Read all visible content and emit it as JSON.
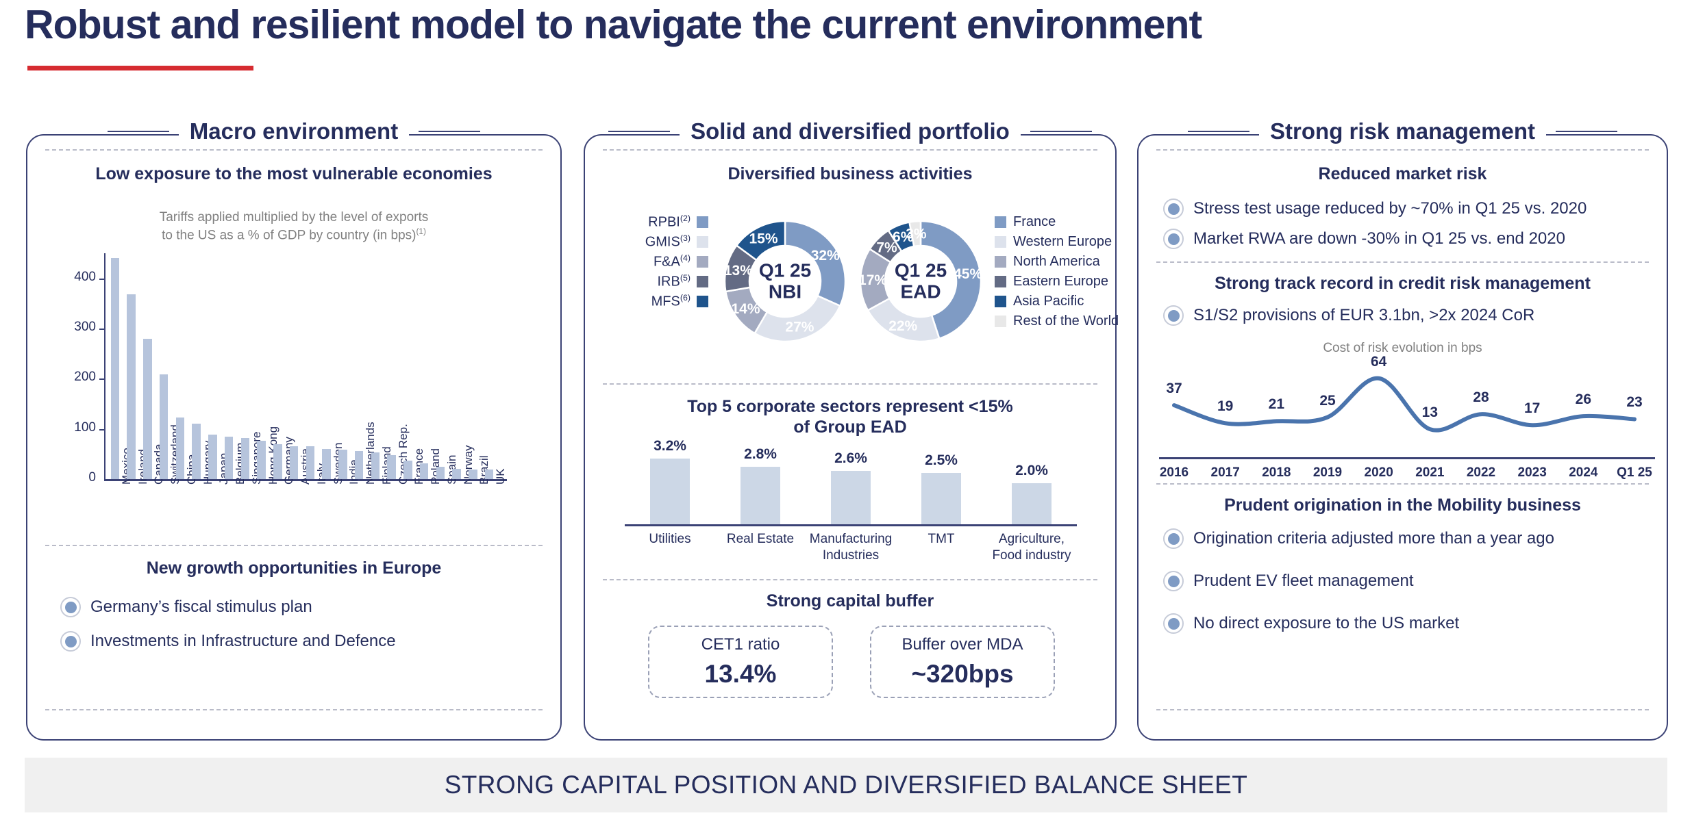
{
  "slide": {
    "title": "Robust and resilient model to navigate the current environment",
    "footer": "STRONG CAPITAL POSITION AND DIVERSIFIED BALANCE SHEET",
    "accent_red": "#d62b30",
    "accent_navy": "#252d5c"
  },
  "panels": {
    "macro": {
      "heading": "Macro environment",
      "section1_title": "Low exposure to the most vulnerable economies",
      "chart_caption_line1": "Tariffs applied multiplied by the level of exports",
      "chart_caption_line2": "to the US as a % of GDP by country (in bps)",
      "chart_caption_sup": "(1)",
      "section2_title": "New growth opportunities in Europe",
      "bullets": [
        "Germany’s fiscal stimulus plan",
        "Investments in Infrastructure and Defence"
      ]
    },
    "portfolio": {
      "heading": "Solid and diversified portfolio",
      "section1_title": "Diversified business activities",
      "section2_title_line1": "Top 5 corporate sectors represent <15%",
      "section2_title_line2": "of Group EAD",
      "section3_title": "Strong capital buffer",
      "kpis": [
        {
          "label": "CET1 ratio",
          "value": "13.4%"
        },
        {
          "label": "Buffer over MDA",
          "value": "~320bps"
        }
      ]
    },
    "risk": {
      "heading": "Strong risk management",
      "section1_title": "Reduced market risk",
      "section1_bullets": [
        "Stress test usage reduced by ~70% in Q1 25 vs. 2020",
        "Market RWA are down -30% in Q1 25 vs. end 2020"
      ],
      "section2_title": "Strong track record in credit risk management",
      "section2_bullets": [
        "S1/S2 provisions of EUR 3.1bn, >2x 2024 CoR"
      ],
      "section3_title": "Prudent origination in the Mobility business",
      "section3_bullets": [
        "Origination criteria adjusted more than a year ago",
        "Prudent EV fleet management",
        "No direct exposure to the US market"
      ]
    }
  },
  "chart_data": [
    {
      "type": "bar",
      "name": "tariff-exposure-by-country",
      "title": "Tariffs applied multiplied by the level of exports to the US as a % of GDP by country (in bps)",
      "xlabel": "",
      "ylabel": "",
      "ylim": [
        0,
        450
      ],
      "yticks": [
        0,
        100,
        200,
        300,
        400
      ],
      "grid": false,
      "bar_color": "#b6c4dc",
      "categories": [
        "Mexico",
        "Ireland",
        "Canada",
        "Switzerland",
        "China",
        "Hungary",
        "Japan",
        "Belgium",
        "Singapore",
        "Hong Kong",
        "Germany",
        "Austria",
        "Italy",
        "Sweden",
        "India",
        "Netherlands",
        "Finland",
        "Czech Rep.",
        "France",
        "Poland",
        "Spain",
        "Norway",
        "Brazil",
        "UK"
      ],
      "values": [
        440,
        368,
        280,
        208,
        123,
        111,
        88,
        84,
        82,
        77,
        69,
        66,
        65,
        60,
        59,
        56,
        53,
        48,
        37,
        31,
        25,
        20,
        19,
        19
      ]
    },
    {
      "type": "pie",
      "name": "q1-25-nbi-donut",
      "title": "Q1 25 NBI",
      "center_line1": "Q1 25",
      "center_line2": "NBI",
      "legend_position": "left",
      "labels": [
        "RPBI",
        "GMIS",
        "F&A",
        "IRB",
        "MFS"
      ],
      "label_sups": [
        "(2)",
        "(3)",
        "(4)",
        "(5)",
        "(6)"
      ],
      "values": [
        32,
        27,
        14,
        13,
        15
      ],
      "display_values": [
        "32%",
        "27%",
        "14%",
        "13%",
        "15%"
      ],
      "colors": [
        "#7f9bc4",
        "#dde2ec",
        "#a3aac0",
        "#636b84",
        "#1f548c"
      ]
    },
    {
      "type": "pie",
      "name": "q1-25-ead-donut",
      "title": "Q1 25 EAD",
      "center_line1": "Q1 25",
      "center_line2": "EAD",
      "legend_position": "right",
      "labels": [
        "France",
        "Western Europe",
        "North America",
        "Eastern Europe",
        "Asia Pacific",
        "Rest of the World"
      ],
      "values": [
        45,
        22,
        17,
        7,
        6,
        3
      ],
      "display_values": [
        "45%",
        "22%",
        "17%",
        "7%",
        "6%",
        "3%"
      ],
      "colors": [
        "#7f9bc4",
        "#dde2ec",
        "#a3aac0",
        "#636b84",
        "#1f548c",
        "#e8e8e8"
      ]
    },
    {
      "type": "bar",
      "name": "top-5-corporate-sectors",
      "title": "Top 5 corporate sectors represent <15% of Group EAD",
      "ylim": [
        0,
        3.6
      ],
      "grid": false,
      "bar_color": "#ccd7e6",
      "categories": [
        "Utilities",
        "Real Estate",
        "Manufacturing Industries",
        "TMT",
        "Agriculture, Food industry"
      ],
      "category_lines": [
        [
          "Utilities"
        ],
        [
          "Real Estate"
        ],
        [
          "Manufacturing",
          "Industries"
        ],
        [
          "TMT"
        ],
        [
          "Agriculture,",
          "Food industry"
        ]
      ],
      "values": [
        3.2,
        2.8,
        2.6,
        2.5,
        2.0
      ],
      "display_values": [
        "3.2%",
        "2.8%",
        "2.6%",
        "2.5%",
        "2.0%"
      ]
    },
    {
      "type": "line",
      "name": "cost-of-risk-evolution",
      "title": "Cost of risk evolution in bps",
      "ylabel": "bps",
      "grid": false,
      "line_color": "#4a74ad",
      "categories": [
        "2016",
        "2017",
        "2018",
        "2019",
        "2020",
        "2021",
        "2022",
        "2023",
        "2024",
        "Q1 25"
      ],
      "values": [
        37,
        19,
        21,
        25,
        64,
        13,
        28,
        17,
        26,
        23
      ],
      "display_values": [
        "37",
        "19",
        "21",
        "25",
        "64",
        "13",
        "28",
        "17",
        "26",
        "23"
      ]
    }
  ]
}
